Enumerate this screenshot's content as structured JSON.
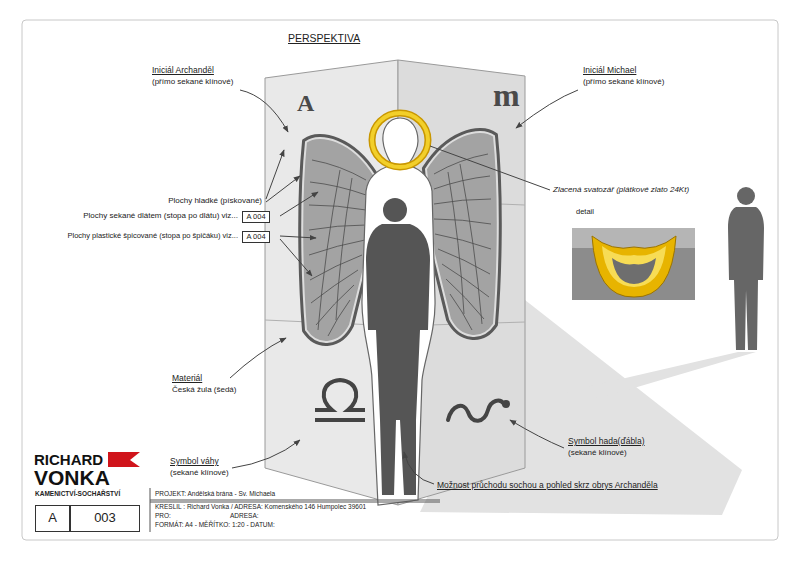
{
  "diagram": {
    "title": "PERSPEKTIVA",
    "nodes": [
      {
        "text": [
          "A 004"
        ]
      },
      {
        "text": [
          "A 004"
        ]
      },
      {
        "text": [
          "A"
        ]
      },
      {
        "text": [
          "003"
        ]
      }
    ],
    "labels": [
      "Iniciál Archanděl",
      "(přímo sekané klínové)",
      "A",
      "m",
      "Iniciál Michael",
      "(přímo sekané klínové)",
      "Plochy hladké (pískované)",
      "Plochy sekané dlátem (stopa po dlátu) viz...",
      "Plochy plastické špicované (stopa po špičáku) viz...",
      "Zlacená svatozář (plátkové zlato 24Kt)",
      "detail",
      "Materiál",
      "Česká žula (šedá)",
      "Symbol váhy",
      "(sekané klínové)",
      "Symbol hada(ďábla)",
      "(sekané klínové)",
      "Možnost průchodu sochou a pohled skrz obrys Archanděla",
      "RICHARD",
      "VONKA",
      "KAMENICTVÍ-SOCHAŘSTVÍ",
      "PROJEKT: Andělská brána - Sv. Michaela",
      "KRESLIL : Richard Vonka / ADRESA: Komenského 146 Humpolec 39601",
      "PRO:",
      "ADRESA:",
      "FORMÁT: A4 - MĚŘÍTKO: 1:20 - DATUM:"
    ]
  }
}
